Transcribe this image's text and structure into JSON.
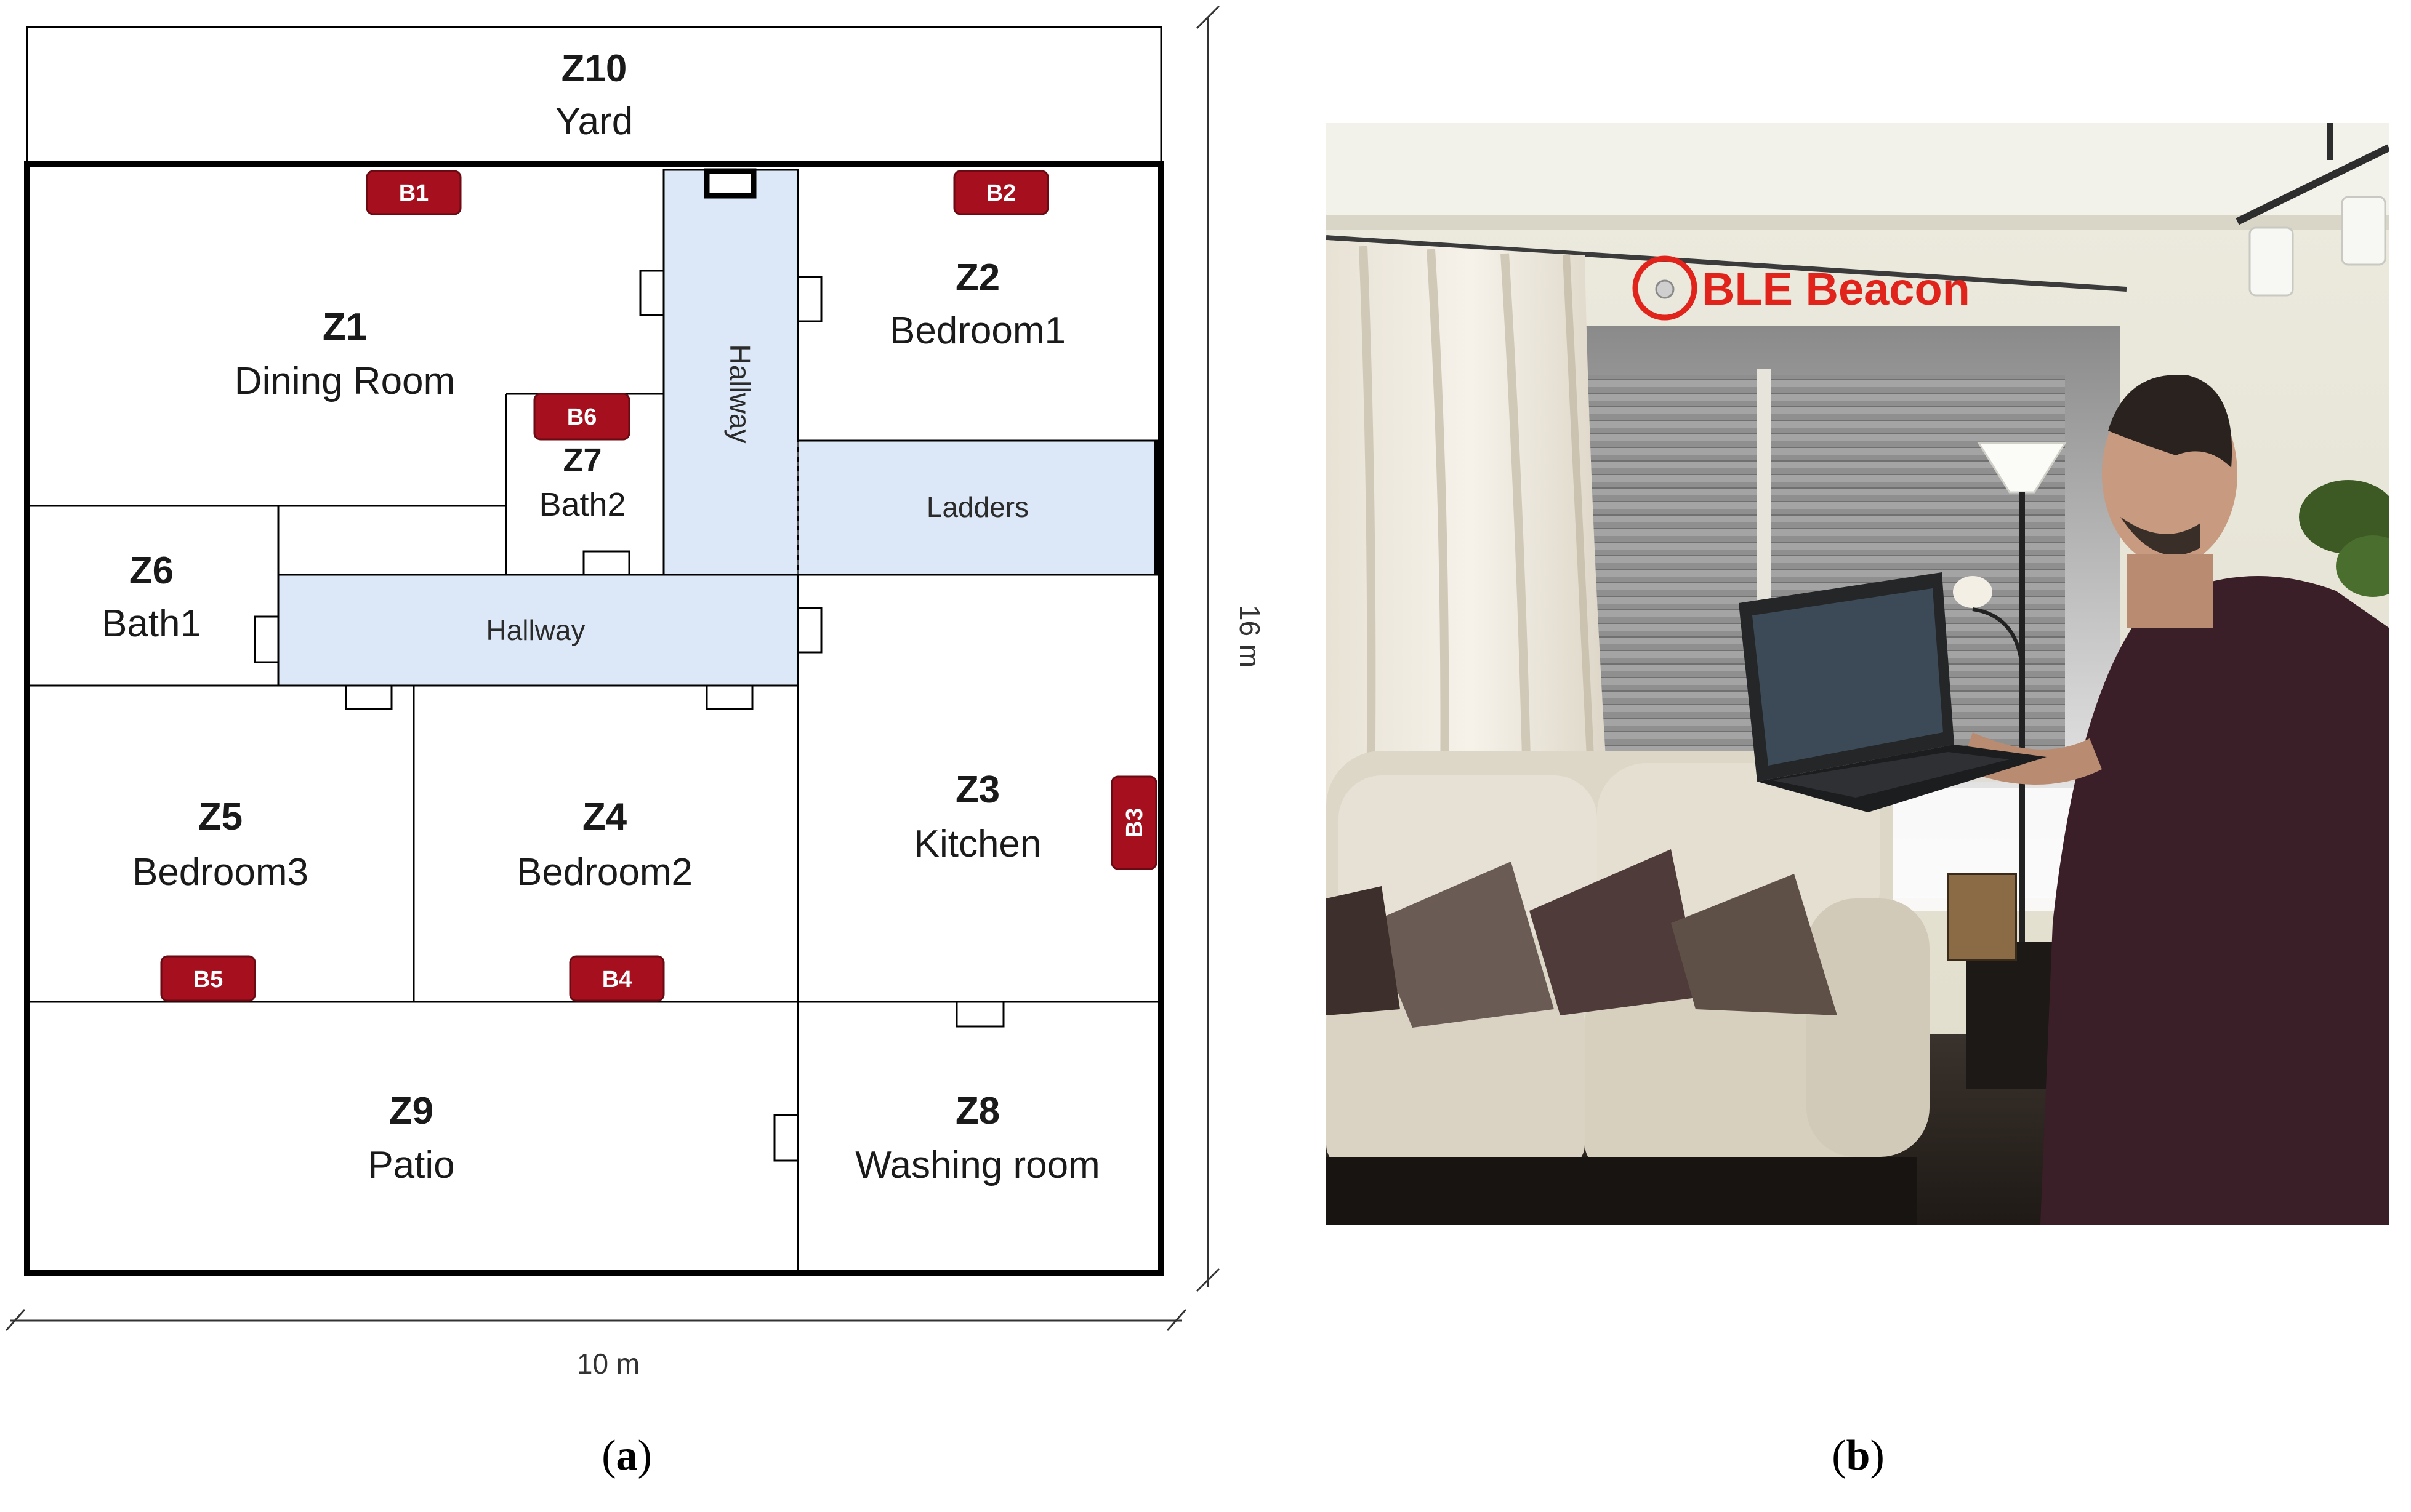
{
  "floorplan": {
    "zones": [
      {
        "code": "Z10",
        "name": "Yard"
      },
      {
        "code": "Z1",
        "name": "Dining Room"
      },
      {
        "code": "Z2",
        "name": "Bedroom1"
      },
      {
        "code": "Z7",
        "name": "Bath2"
      },
      {
        "code": "Z6",
        "name": "Bath1"
      },
      {
        "code": "Z5",
        "name": "Bedroom3"
      },
      {
        "code": "Z4",
        "name": "Bedroom2"
      },
      {
        "code": "Z3",
        "name": "Kitchen"
      },
      {
        "code": "Z9",
        "name": "Patio"
      },
      {
        "code": "Z8",
        "name": "Washing room"
      }
    ],
    "corridors": {
      "hallway_vertical": "Hallway",
      "hallway_horizontal": "Hallway",
      "ladders": "Ladders"
    },
    "beacons": [
      "B1",
      "B2",
      "B3",
      "B4",
      "B5",
      "B6"
    ],
    "dimensions": {
      "height": "16 m",
      "width": "10 m"
    },
    "colors": {
      "beacon": "#a50f1e",
      "corridor": "#dce8f7",
      "wall": "#000000"
    }
  },
  "photo": {
    "annotation": "BLE Beacon",
    "annotation_color": "#e0241c"
  },
  "captions": {
    "a": {
      "open": "(",
      "letter": "a",
      "close": ")"
    },
    "b": {
      "open": "(",
      "letter": "b",
      "close": ")"
    }
  }
}
